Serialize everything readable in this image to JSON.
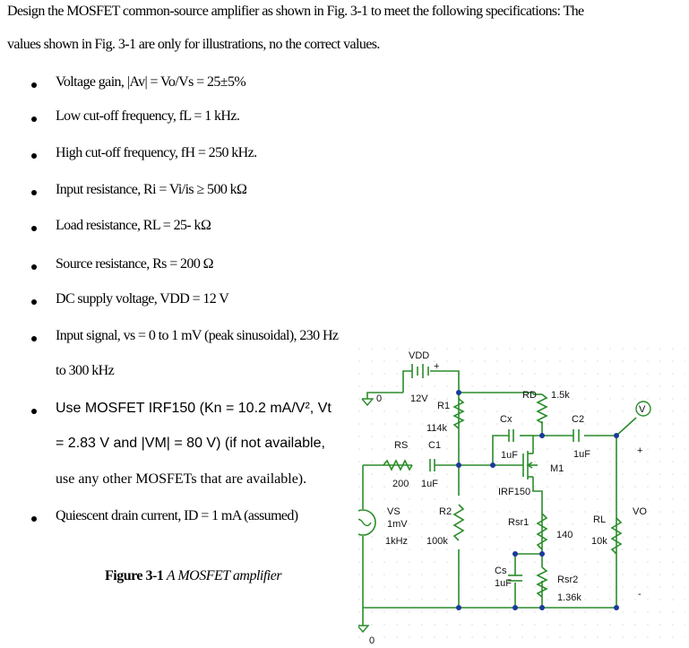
{
  "intro": {
    "line1": "Design the MOSFET common-source amplifier as shown in Fig. 3-1 to meet the following specifications: The",
    "line2": "values shown in Fig. 3-1 are only for illustrations, no the correct values."
  },
  "specs": [
    "Voltage gain, |Av| = Vo/Vs = 25±5%",
    "Low cut-off frequency, fL = 1 kHz.",
    "High cut-off frequency, fH = 250 kHz.",
    "Input resistance,  Ri = Vi/is ≥ 500 kΩ",
    "Load resistance, RL = 25- kΩ",
    "Source resistance, Rs = 200 Ω",
    "DC supply voltage, VDD = 12 V",
    "Input signal, vs = 0 to 1 mV (peak sinusoidal), 230 Hz",
    "to 300 kHz",
    "Use MOSFET IRF150 (Kn = 10.2 mA/V², Vt",
    "= 2.83 V and |VM| = 80 V) (if not available,",
    "use any other MOSFETs that are available).",
    "Quiescent drain current, ID = 1 mA (assumed)"
  ],
  "caption": {
    "label": "Figure 3-1",
    "title": "A MOSFET amplifier"
  },
  "schematic": {
    "labels": {
      "vdd": "VDD",
      "plus": "+",
      "v12": "12V",
      "r1": "R1",
      "r1_val": "114k",
      "rd": "RD",
      "rd_val": "1.5k",
      "cx": "Cx",
      "c2": "C2",
      "cx_val": "1uF",
      "c2_val": "1uF",
      "m1": "M1",
      "rs": "RS",
      "c1": "C1",
      "rs_val": "200",
      "c1_val": "1uF",
      "irf": "IRF150",
      "vs": "VS",
      "vs_amp": "1mV",
      "vs_freq": "1kHz",
      "r2": "R2",
      "r2_val": "100k",
      "rsr1": "Rsr1",
      "rsr1_val": "140",
      "rl": "RL",
      "rl_val": "10k",
      "vo": "VO",
      "cs": "Cs",
      "cs_val": "1uF",
      "rsr2": "Rsr2",
      "rsr2_val": "1.36k",
      "gnd_top": "0",
      "gnd_bottom": "0",
      "probe": "V",
      "out_plus": "+",
      "out_minus": "-"
    }
  }
}
